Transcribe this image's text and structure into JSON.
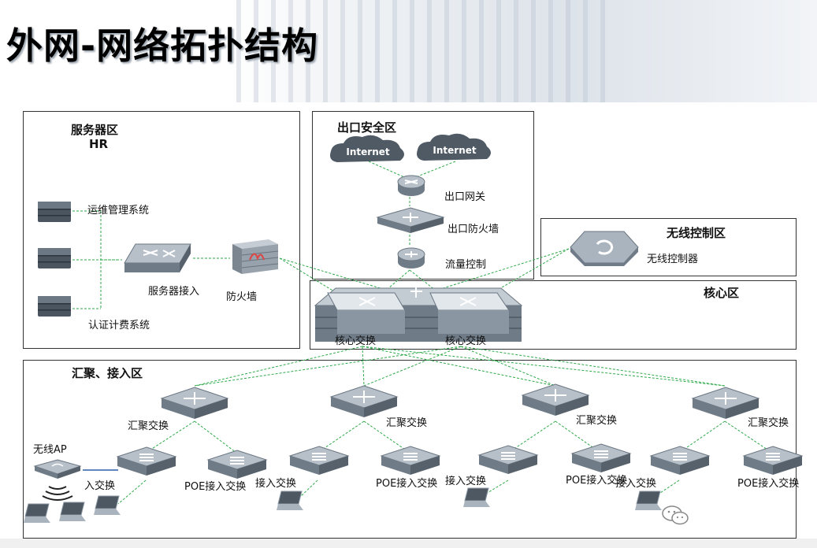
{
  "title": "外网-网络拓扑结构",
  "zones": {
    "server": {
      "name": "服务器区",
      "sub": "HR"
    },
    "exit": {
      "name": "出口安全区"
    },
    "wireless": {
      "name": "无线控制区"
    },
    "core": {
      "name": "核心区"
    },
    "agg": {
      "name": "汇聚、接入区"
    }
  },
  "labels": {
    "ops": "运维管理系统",
    "auth": "认证计费系统",
    "server_access": "服务器接入",
    "firewall_srv": "防火墙",
    "internet1": "Internet",
    "internet2": "Internet",
    "exit_gw": "出口网关",
    "exit_fw": "出口防火墙",
    "traffic": "流量控制",
    "wlc": "无线控制器",
    "core1": "核心交换",
    "core2": "核心交换",
    "agg1": "汇聚交换",
    "agg2": "汇聚交换",
    "agg3": "汇聚交换",
    "agg4": "汇聚交换",
    "ap": "无线AP",
    "acc1": "入交换",
    "poe1": "POE接入交换",
    "acc2": "接入交换",
    "poe2": "POE接入交换",
    "acc3": "接入交换",
    "poe3": "POE接入交换",
    "acc4": "接入交换",
    "poe4": "POE接入交换"
  },
  "colors": {
    "link": "#2eaa4a",
    "device": "#7d8a96",
    "device_light": "#b9c2cb",
    "wlan_link": "#2a5fa8"
  },
  "icons": [
    "server-icon",
    "switch-icon",
    "firewall-icon",
    "cloud-icon",
    "router-icon",
    "controller-icon",
    "core-switch-icon",
    "access-point-icon",
    "laptop-icon",
    "wechat-icon"
  ]
}
